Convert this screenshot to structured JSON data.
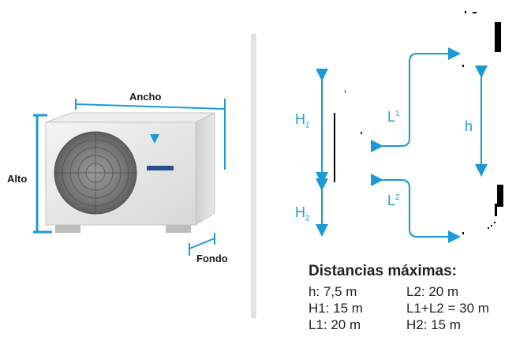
{
  "left_panel": {
    "width_label": "Ancho",
    "height_label": "Alto",
    "depth_label": "Fondo"
  },
  "right_panel": {
    "H1": {
      "main": "H",
      "sub": "1"
    },
    "H2": {
      "main": "H",
      "sub": "2"
    },
    "L1": {
      "main": "L",
      "sup": "1"
    },
    "L2": {
      "main": "L",
      "sup": "2"
    },
    "h": "h"
  },
  "distances": {
    "title": "Distancias máximas:",
    "rows": [
      [
        "h: 7,5 m",
        "L2: 20 m"
      ],
      [
        "H1: 15 m",
        "L1+L2 = 30 m"
      ],
      [
        "L1: 20 m",
        "H2: 15 m"
      ]
    ]
  },
  "colors": {
    "accent": "#1b9ad6",
    "separator": "#e3e3e3"
  },
  "icons": {
    "outdoor_unit": "air-conditioner-outdoor-unit-icon",
    "indoor_unit": "indoor-unit-icon"
  }
}
